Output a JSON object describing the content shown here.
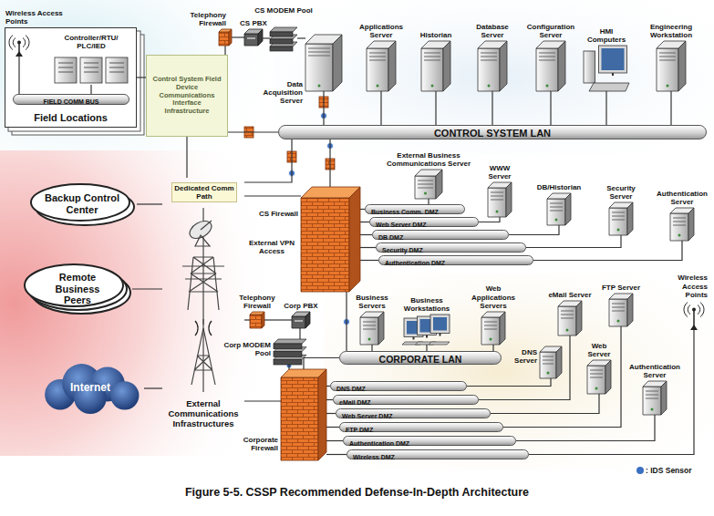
{
  "diagram": {
    "caption": "Figure 5-5. CSSP Recommended Defense-In-Depth Architecture",
    "nodes": [
      {
        "text": [
          "Wireless Access Points"
        ]
      },
      {
        "text": [
          "Field Locations"
        ]
      },
      {
        "text": [
          "Controller/RTU/ PLC/IED"
        ],
        "in": 1
      },
      {
        "text": [
          "FIELD COMM BUS"
        ],
        "in": 1
      },
      {
        "text": [
          "Control System Field Device Communications Interface Infrastructure"
        ]
      },
      {
        "text": [
          "Telephony Firewall"
        ]
      },
      {
        "text": [
          "CS PBX"
        ]
      },
      {
        "text": [
          "CS MODEM Pool"
        ]
      },
      {
        "text": [
          "Data Acquisition Server"
        ]
      },
      {
        "text": [
          "Applications Server"
        ]
      },
      {
        "text": [
          "Historian"
        ]
      },
      {
        "text": [
          "Database Server"
        ]
      },
      {
        "text": [
          "Configuration Server"
        ]
      },
      {
        "text": [
          "HMI Computers"
        ]
      },
      {
        "text": [
          "Engineering Workstation"
        ]
      },
      {
        "text": [
          "CONTROL SYSTEM LAN"
        ]
      },
      {
        "text": [
          "Backup Control Center"
        ]
      },
      {
        "text": [
          "External Communications Infrastructures"
        ]
      },
      {
        "text": [
          "Remote Business Peers"
        ]
      },
      {
        "text": [
          "Internet"
        ]
      },
      {
        "text": [
          "CS Firewall"
        ]
      },
      {
        "text": [
          "External Business Communications Server"
        ]
      },
      {
        "text": [
          "WWW Server"
        ]
      },
      {
        "text": [
          "DB/Historian"
        ]
      },
      {
        "text": [
          "Security Server"
        ]
      },
      {
        "text": [
          "Authentication Server"
        ]
      },
      {
        "text": [
          "Business Comm. DMZ"
        ]
      },
      {
        "text": [
          "Web Server DMZ"
        ]
      },
      {
        "text": [
          "DB DMZ"
        ]
      },
      {
        "text": [
          "Security DMZ"
        ]
      },
      {
        "text": [
          "Authentication DMZ"
        ]
      },
      {
        "text": [
          "Telephony Firewall"
        ]
      },
      {
        "text": [
          "Corp PBX"
        ]
      },
      {
        "text": [
          "Corp MODEM Pool"
        ]
      },
      {
        "text": [
          "Business Servers"
        ]
      },
      {
        "text": [
          "Business Workstations"
        ]
      },
      {
        "text": [
          "Web Applications Servers"
        ]
      },
      {
        "text": [
          "eMail Server"
        ]
      },
      {
        "text": [
          "FTP Server"
        ]
      },
      {
        "text": [
          "Wireless Access Points"
        ]
      },
      {
        "text": [
          "CORPORATE LAN"
        ]
      },
      {
        "text": [
          "DNS Server"
        ]
      },
      {
        "text": [
          "Web Server"
        ]
      },
      {
        "text": [
          "Authentication Server"
        ]
      },
      {
        "text": [
          "Corporate Firewall"
        ]
      },
      {
        "text": [
          "DNS DMZ"
        ]
      },
      {
        "text": [
          "eMail DMZ"
        ]
      },
      {
        "text": [
          "Web Server DMZ"
        ]
      },
      {
        "text": [
          "FTP DMZ"
        ]
      },
      {
        "text": [
          "Authentication DMZ"
        ]
      },
      {
        "text": [
          "Wireless DMZ"
        ]
      }
    ],
    "edges": [
      {
        "from": 2,
        "to": 3,
        "arrow": "none"
      },
      {
        "from": 0,
        "to": 3,
        "arrow": "none"
      },
      {
        "from": 1,
        "to": 4,
        "arrow": "none"
      },
      {
        "from": 5,
        "to": 4,
        "arrow": "none"
      },
      {
        "from": 5,
        "to": 6,
        "arrow": "none"
      },
      {
        "from": 6,
        "to": 7,
        "arrow": "none"
      },
      {
        "from": 7,
        "to": 8,
        "arrow": "none"
      },
      {
        "from": 8,
        "to": 15,
        "arrow": "none"
      },
      {
        "from": 9,
        "to": 15,
        "arrow": "none"
      },
      {
        "from": 10,
        "to": 15,
        "arrow": "none"
      },
      {
        "from": 11,
        "to": 15,
        "arrow": "none"
      },
      {
        "from": 12,
        "to": 15,
        "arrow": "none"
      },
      {
        "from": 13,
        "to": 15,
        "arrow": "none"
      },
      {
        "from": 14,
        "to": 15,
        "arrow": "none"
      },
      {
        "from": 4,
        "to": 15,
        "arrow": "none"
      },
      {
        "from": 4,
        "to": 17,
        "arrow": "none"
      },
      {
        "from": 17,
        "to": 15,
        "arrow": "none"
      },
      {
        "from": 15,
        "to": 20,
        "arrow": "none"
      },
      {
        "from": 17,
        "to": 20,
        "arrow": "none"
      },
      {
        "from": 20,
        "to": 26,
        "arrow": "none"
      },
      {
        "from": 20,
        "to": 27,
        "arrow": "none"
      },
      {
        "from": 20,
        "to": 28,
        "arrow": "none"
      },
      {
        "from": 20,
        "to": 29,
        "arrow": "none"
      },
      {
        "from": 20,
        "to": 30,
        "arrow": "none"
      },
      {
        "from": 26,
        "to": 21,
        "arrow": "none"
      },
      {
        "from": 27,
        "to": 22,
        "arrow": "none"
      },
      {
        "from": 28,
        "to": 23,
        "arrow": "none"
      },
      {
        "from": 29,
        "to": 24,
        "arrow": "none"
      },
      {
        "from": 30,
        "to": 25,
        "arrow": "none"
      },
      {
        "from": 16,
        "to": 17,
        "arrow": "none"
      },
      {
        "from": 18,
        "to": 17,
        "arrow": "none"
      },
      {
        "from": 19,
        "to": 17,
        "arrow": "none"
      },
      {
        "from": 17,
        "to": 31,
        "arrow": "none"
      },
      {
        "from": 31,
        "to": 32,
        "arrow": "none"
      },
      {
        "from": 32,
        "to": 33,
        "arrow": "none"
      },
      {
        "from": 33,
        "to": 44,
        "arrow": "none"
      },
      {
        "from": 17,
        "to": 44,
        "arrow": "none"
      },
      {
        "from": 20,
        "to": 40,
        "arrow": "none"
      },
      {
        "from": 34,
        "to": 40,
        "arrow": "none"
      },
      {
        "from": 35,
        "to": 40,
        "arrow": "none"
      },
      {
        "from": 36,
        "to": 40,
        "arrow": "none"
      },
      {
        "from": 40,
        "to": 44,
        "arrow": "none"
      },
      {
        "from": 44,
        "to": 45,
        "arrow": "none"
      },
      {
        "from": 44,
        "to": 46,
        "arrow": "none"
      },
      {
        "from": 44,
        "to": 47,
        "arrow": "none"
      },
      {
        "from": 44,
        "to": 48,
        "arrow": "none"
      },
      {
        "from": 44,
        "to": 49,
        "arrow": "none"
      },
      {
        "from": 44,
        "to": 50,
        "arrow": "none"
      },
      {
        "from": 45,
        "to": 41,
        "arrow": "none"
      },
      {
        "from": 46,
        "to": 37,
        "arrow": "none"
      },
      {
        "from": 47,
        "to": 42,
        "arrow": "none"
      },
      {
        "from": 48,
        "to": 38,
        "arrow": "none"
      },
      {
        "from": 49,
        "to": 43,
        "arrow": "none"
      },
      {
        "from": 50,
        "to": 39,
        "arrow": "none"
      }
    ],
    "labels": [
      "Dedicated Comm Path",
      "External VPN Access"
    ],
    "legend": [
      {
        "text": ": IDS Sensor",
        "color": "#3b6fc2"
      }
    ]
  }
}
